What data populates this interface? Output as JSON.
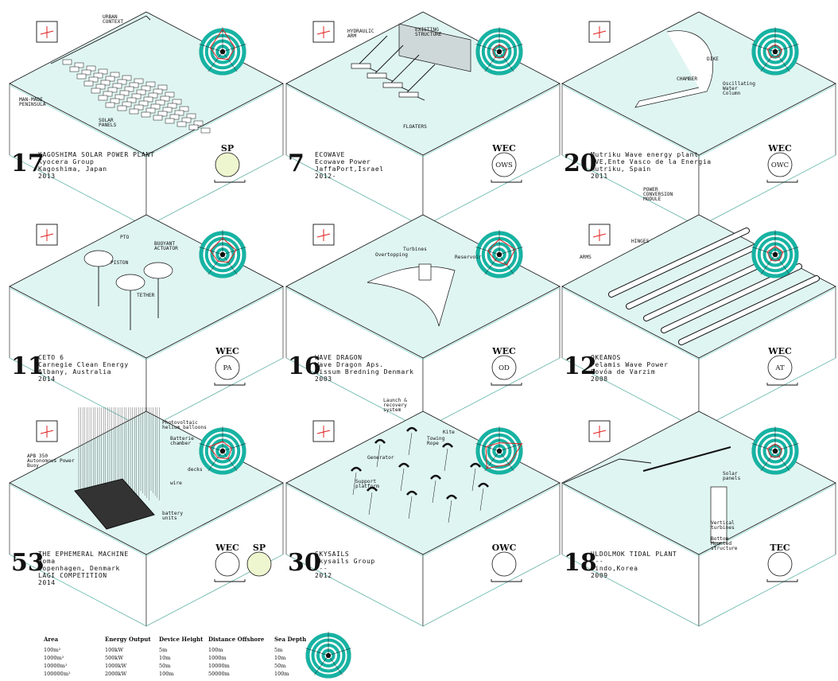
{
  "tiles": [
    {
      "number": "17",
      "title_lines": [
        "KAGOSHIMA SOLAR POWER PLANT",
        "Kyocera Group",
        "Kagoshima, Japan",
        "2013"
      ],
      "category": "SP",
      "subtype": "",
      "badge_fill": "#eef6cf",
      "labels": [
        "URBAN",
        "CONTEXT",
        "MAN-MADE",
        "PENINSULA",
        "SOLAR",
        "PANELS"
      ]
    },
    {
      "number": "7",
      "title_lines": [
        "ECOWAVE",
        "Ecowave Power",
        "JaffaPort,Israel",
        "2012-"
      ],
      "category": "WEC",
      "subtype": "OWS",
      "badge_fill": "#ffffff",
      "labels": [
        "HYDRAULIC",
        "ARM",
        "EXISTING",
        "STRUCTURE",
        "FLOATERS"
      ]
    },
    {
      "number": "20",
      "title_lines": [
        "Mutriku Wave energy plant",
        "EVE,Ente Vasco de la Energia",
        "Mutriku, Spain",
        "2011"
      ],
      "category": "WEC",
      "subtype": "OWC",
      "badge_fill": "#ffffff",
      "labels": [
        "DIKE",
        "CHAMBER",
        "Oscillating",
        "Water",
        "Column"
      ]
    },
    {
      "number": "11",
      "title_lines": [
        "CETO 6",
        "Carnegie Clean Energy",
        "Albany, Australia",
        "2014"
      ],
      "category": "WEC",
      "subtype": "PA",
      "badge_fill": "#ffffff",
      "labels": [
        "PTO",
        "BUOYANT",
        "ACTUATOR",
        "PISTON",
        "TETHER"
      ]
    },
    {
      "number": "16",
      "title_lines": [
        "WAVE DRAGON",
        "Wave Dragon Aps.",
        "Nissum Bredning Denmark",
        "2003"
      ],
      "category": "WEC",
      "subtype": "OD",
      "badge_fill": "#ffffff",
      "labels": [
        "Turbines",
        "Overtopping",
        "Reservoir"
      ]
    },
    {
      "number": "12",
      "title_lines": [
        "OKEANOS",
        "Pelamis Wave Power",
        "Povóa de Varzim",
        "2008"
      ],
      "category": "WEC",
      "subtype": "AT",
      "badge_fill": "#ffffff",
      "labels": [
        "POWER",
        "CONVERSION",
        "MODULE",
        "HINGES",
        "ARMS"
      ]
    },
    {
      "number": "53",
      "title_lines": [
        "THE EPHEMERAL MACHINE",
        "aoma",
        "Copenhagen, Denmark",
        "LAGI COMPETITION",
        "2014"
      ],
      "category": "WEC",
      "subtype": "",
      "badge_fill": "#ffffff",
      "category2": "SP",
      "badge2_fill": "#eef6cf",
      "labels": [
        "Photovoltaic",
        "helium balloons",
        "Batterie",
        "chamber",
        "APB 350",
        "Autonomous Power",
        "Buoy",
        "decks",
        "wire",
        "battery",
        "units"
      ]
    },
    {
      "number": "30",
      "title_lines": [
        "SKYSAILS",
        "Skysails Group",
        "---",
        "2012"
      ],
      "category": "OWC",
      "subtype": "",
      "badge_fill": "#ffffff",
      "labels": [
        "Launch &",
        "recovery",
        "system",
        "Kite",
        "Towing",
        "Rope",
        "Generator",
        "Support",
        "platform"
      ]
    },
    {
      "number": "18",
      "title_lines": [
        "ULDOLMOK TIDAL PLANT",
        "---",
        "Jindo,Korea",
        "2009"
      ],
      "category": "TEC",
      "subtype": "",
      "badge_fill": "#ffffff",
      "labels": [
        "Solar",
        "panels",
        "Vertical",
        "turbines",
        "Bottom",
        "Mounted",
        "structure"
      ]
    }
  ],
  "legend": {
    "headers": [
      "Area",
      "Energy Output",
      "Device Height",
      "Distance Offshore",
      "Sea Depth"
    ],
    "rows": [
      [
        "100m²",
        "100kW",
        "5m",
        "100m",
        "5m"
      ],
      [
        "1000m²",
        "500kW",
        "10m",
        "1000m",
        "10m"
      ],
      [
        "10000m²",
        "1000kW",
        "50m",
        "10000m",
        "50m"
      ],
      [
        "100000m²",
        "2000kW",
        "100m",
        "50000m",
        "100m"
      ]
    ]
  },
  "colors": {
    "sea": "#dff5f1",
    "edge": "#6fd1c2",
    "radar_ring": "#17b3a3",
    "radar_line": "#e02020",
    "solar": "#eef6cf"
  },
  "radar_levels": [
    [
      0.95,
      0.55,
      0.4,
      0.35,
      0.55
    ],
    [
      0.3,
      0.35,
      0.3,
      0.3,
      0.3
    ],
    [
      0.3,
      0.3,
      0.25,
      0.3,
      0.35
    ],
    [
      0.7,
      0.6,
      0.4,
      0.35,
      0.55
    ],
    [
      0.65,
      0.7,
      0.55,
      0.3,
      0.5
    ],
    [
      0.35,
      0.35,
      0.3,
      0.3,
      0.35
    ],
    [
      0.4,
      0.4,
      0.4,
      0.35,
      0.6
    ],
    [
      0.35,
      1.0,
      0.7,
      0.9,
      0.6
    ],
    [
      0.3,
      0.3,
      0.3,
      0.3,
      0.35
    ]
  ],
  "icons": [
    "solar-panel-icon",
    "hydraulic-arm-icon",
    "chamber-icon",
    "piston-icon",
    "overtopping-icon",
    "hinge-icon",
    "balloon-icon",
    "kite-icon",
    "turbine-icon"
  ]
}
